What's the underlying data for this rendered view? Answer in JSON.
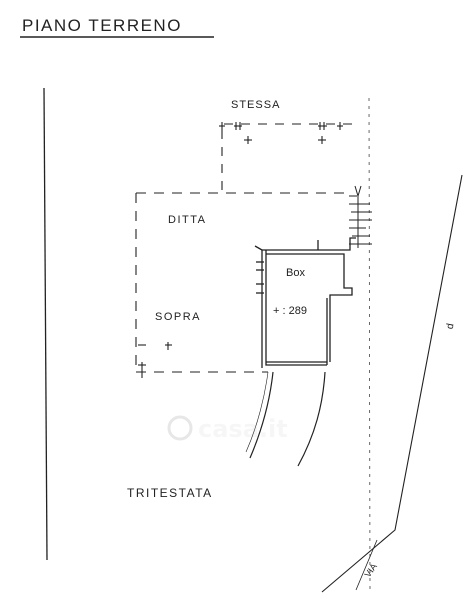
{
  "drawing": {
    "title": "PIANO TERRENO",
    "labels": {
      "top_owner": "STESSA",
      "firm_top": "DITTA",
      "box": "Box",
      "height": "+ : 289",
      "firm_bottom": "SOPRA",
      "bottom_owner": "TRITESTATA",
      "road": "VIA",
      "side_mark": "d"
    },
    "watermark": "casa.it"
  },
  "colors": {
    "ink": "#222222",
    "background": "#ffffff"
  }
}
